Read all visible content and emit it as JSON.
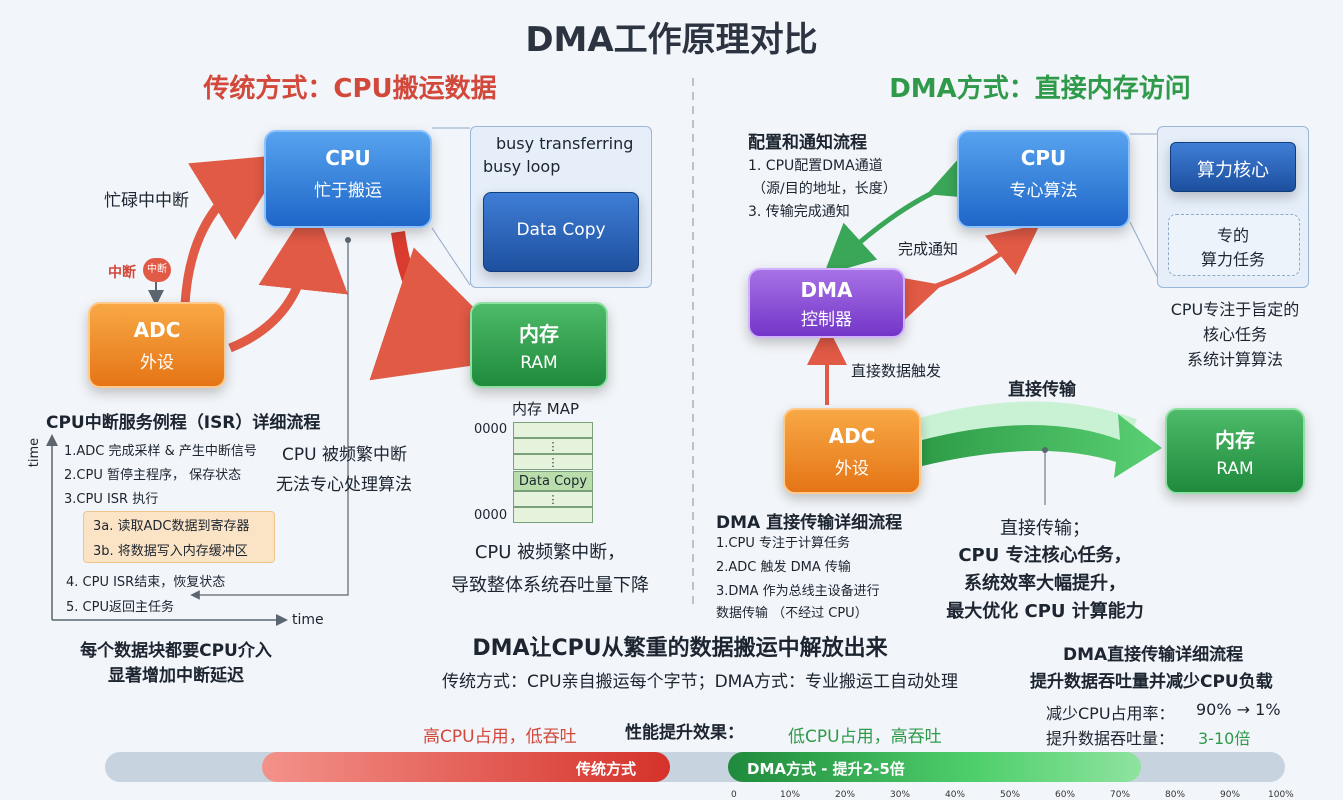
{
  "title": "DMA工作原理对比",
  "left": {
    "heading": "传统方式：CPU搬运数据",
    "cpu": {
      "title": "CPU",
      "subtitle": "忙于搬运"
    },
    "adc": {
      "title": "ADC",
      "subtitle": "外设"
    },
    "ram": {
      "title": "内存",
      "subtitle": "RAM"
    },
    "busy_label": "忙碌中中断",
    "interrupt_label": "中断",
    "interrupt_badge": "中断",
    "panel": {
      "line1": "busy transferring",
      "line2": "busy loop",
      "data_copy": "Data Copy"
    },
    "mem_map": {
      "title": "内存 MAP",
      "addr_top": "0000",
      "addr_bottom": "0000",
      "dots": "⋮",
      "cell": "Data Copy"
    },
    "cpu_frequent": {
      "line1": "CPU 被频繁中断",
      "line2": "无法专心处理算法"
    },
    "isr": {
      "title": "CPU中断服务例程（ISR）详细流程",
      "steps": [
        "1.ADC 完成采样 & 产生中断信号",
        "2.CPU 暂停主程序，  保存状态",
        "3.CPU ISR 执行",
        "3a. 读取ADC数据到寄存器",
        "3b. 将数据写入内存缓冲区",
        "4. CPU ISR结束，恢复状态",
        "5. CPU返回主任务"
      ],
      "axis_y": "time",
      "axis_x": "time"
    },
    "throughput": {
      "line1": "CPU 被频繁中断，",
      "line2": "导致整体系统吞吐量下降"
    },
    "footer": {
      "line1": "每个数据块都要CPU介入",
      "line2": "显著增加中断延迟"
    }
  },
  "right": {
    "heading": "DMA方式：直接内存访问",
    "config": {
      "title": "配置和通知流程",
      "line1": "1. CPU配置DMA通道",
      "line2": "（源/目的地址，长度）",
      "line3": "3. 传输完成通知"
    },
    "cpu": {
      "title": "CPU",
      "subtitle": "专心算法"
    },
    "dma": {
      "title": "DMA",
      "subtitle": "控制器"
    },
    "adc": {
      "title": "ADC",
      "subtitle": "外设"
    },
    "ram": {
      "title": "内存",
      "subtitle": "RAM"
    },
    "complete_label": "完成通知",
    "trigger_label": "直接数据触发",
    "transfer_label": "直接传输",
    "core": {
      "title": "算力核心",
      "task_line1": "专的",
      "task_line2": "算力任务"
    },
    "cpu_focus": {
      "line1": "CPU专注于旨定的",
      "line2": "核心任务",
      "line3": "系统计算算法"
    },
    "dma_flow": {
      "title": "DMA 直接传输详细流程",
      "line1": "1.CPU 专注于计算任务",
      "line2": "2.ADC 触发 DMA 传输",
      "line3": "3.DMA 作为总线主设备进行",
      "line4": "数据传输  （不经过 CPU）"
    },
    "summary": {
      "line1": "直接传输；",
      "line2": "CPU 专注核心任务，",
      "line3": "系统效率大幅提升，",
      "line4": "最大优化 CPU 计算能力"
    }
  },
  "bottom": {
    "headline": "DMA让CPU从繁重的数据搬运中解放出来",
    "compare": "传统方式：CPU亲自搬运每个字节；DMA方式：专业搬运工自动处理",
    "right_title1": "DMA直接传输详细流程",
    "right_title2": "提升数据吞吐量并减少CPU负载",
    "metric1_label": "减少CPU占用率：",
    "metric1_value": "90% → 1%",
    "metric2_label": "提升数据吞吐量：",
    "metric2_value": "3-10倍",
    "perf_label": "性能提升效果：",
    "high_label": "高CPU占用，低吞吐",
    "low_label": "低CPU占用，高吞吐",
    "bar_traditional": "传统方式",
    "bar_dma": "DMA方式 - 提升2-5倍",
    "ticks": [
      "0",
      "10%",
      "20%",
      "30%",
      "40%",
      "50%",
      "60%",
      "70%",
      "80%",
      "90%",
      "100%"
    ]
  },
  "colors": {
    "traditional": "#d2483a",
    "dma": "#2f9a4a",
    "arrow_red": "#e05a45",
    "arrow_green": "#3aa657"
  }
}
